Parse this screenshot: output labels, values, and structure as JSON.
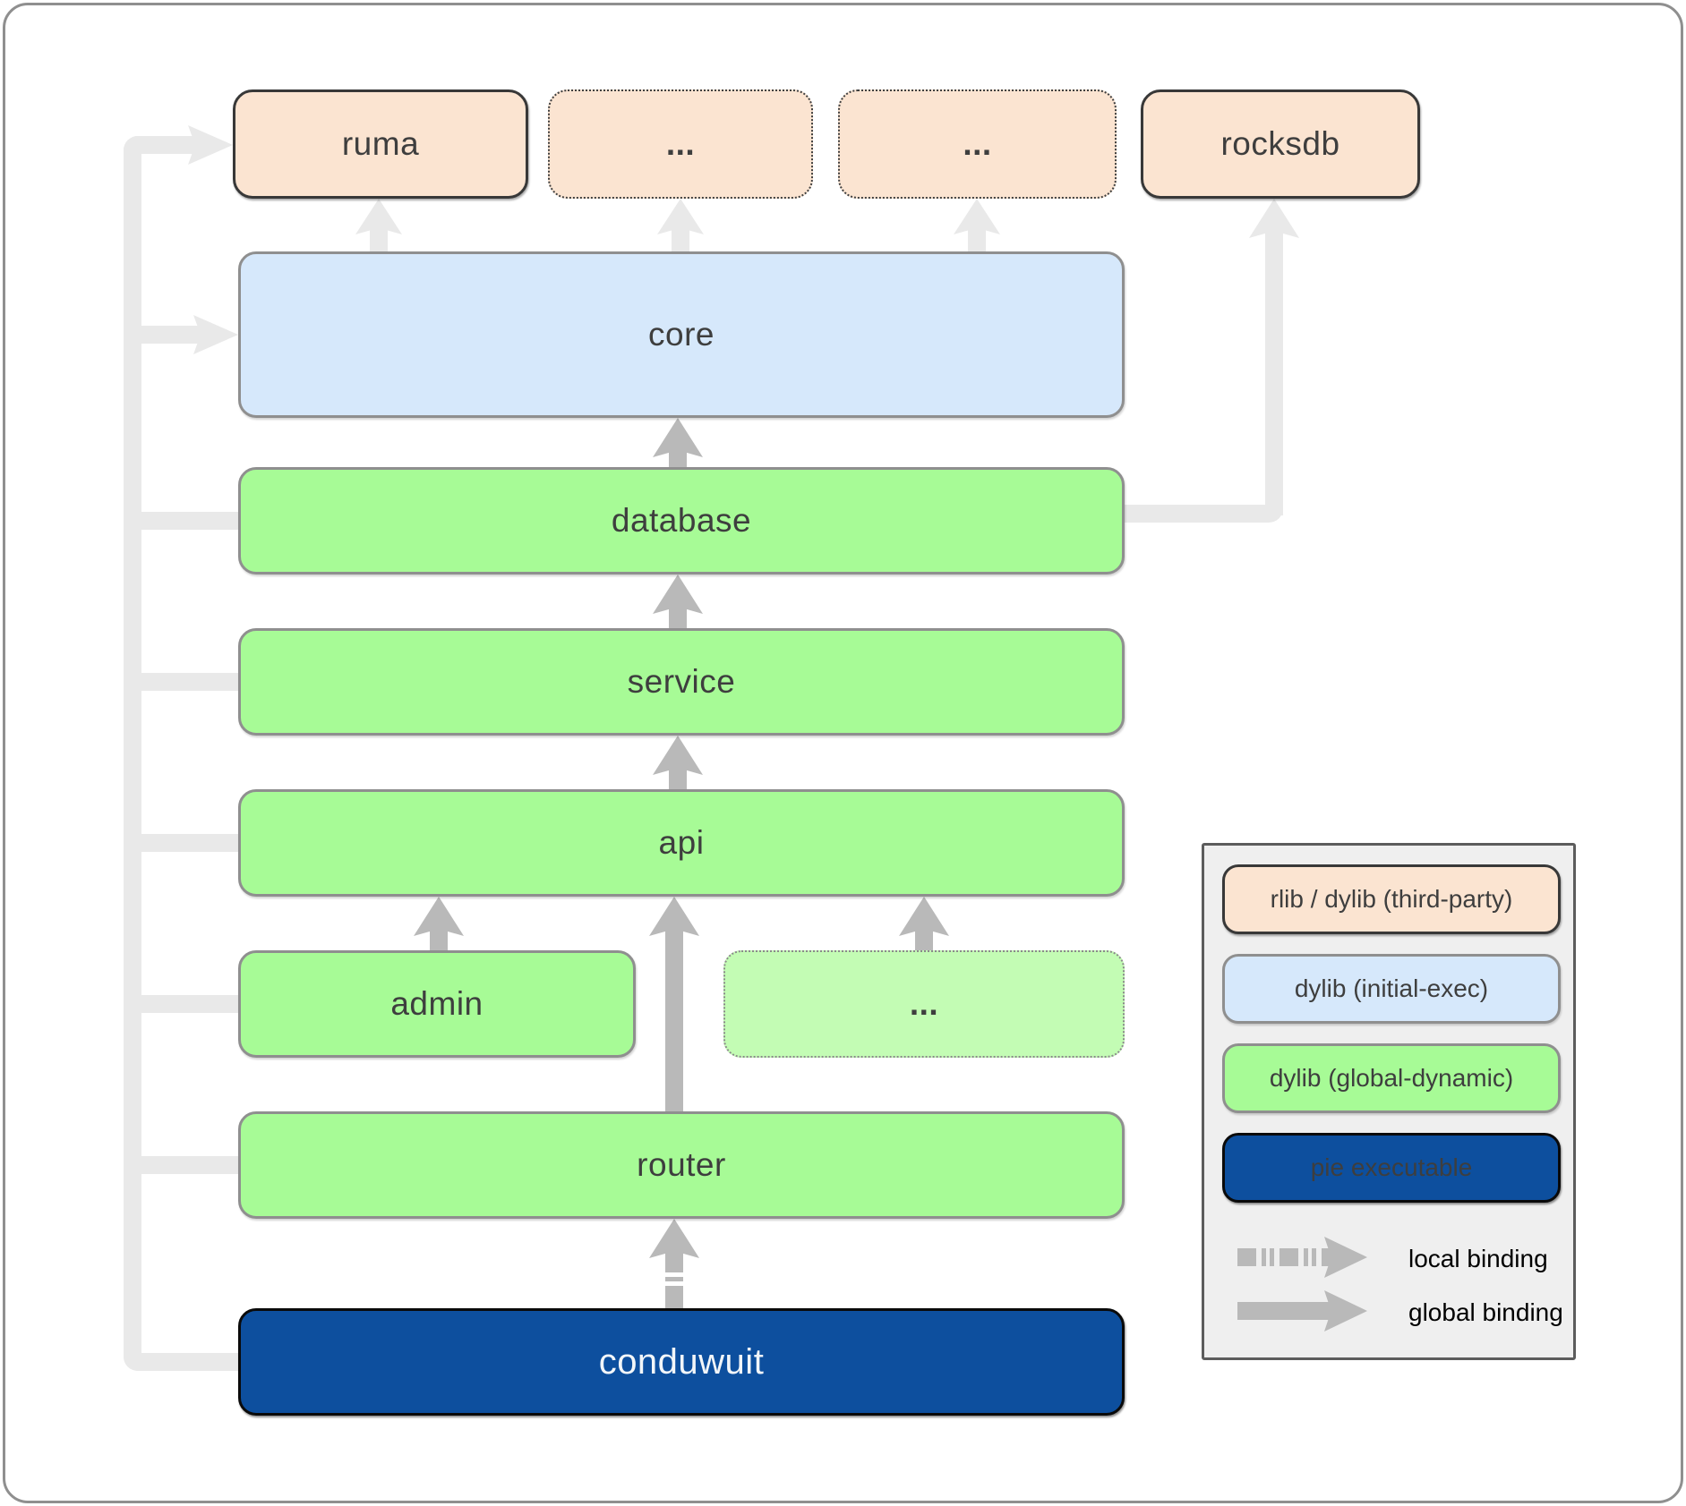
{
  "diagram": {
    "nodes": {
      "ruma": {
        "label": "ruma"
      },
      "more_top_1": {
        "label": "..."
      },
      "more_top_2": {
        "label": "..."
      },
      "rocksdb": {
        "label": "rocksdb"
      },
      "core": {
        "label": "core"
      },
      "database": {
        "label": "database"
      },
      "service": {
        "label": "service"
      },
      "api": {
        "label": "api"
      },
      "admin": {
        "label": "admin"
      },
      "more_api": {
        "label": "..."
      },
      "router": {
        "label": "router"
      },
      "conduwuit": {
        "label": "conduwuit"
      }
    },
    "colors": {
      "third_party_fill": "#fbe4d1",
      "initial_exec_fill": "#d6e8fb",
      "global_dynamic_fill": "#a7fb96",
      "global_dynamic_faded_fill": "#c3fcb4",
      "pie_executable_fill": "#0d4f9e",
      "binding_arrow_gray": "#b9b9b9",
      "faded_arrow_gray": "#e9e9e9"
    },
    "legend": {
      "items": [
        {
          "label": "rlib / dylib (third-party)"
        },
        {
          "label": "dylib (initial-exec)"
        },
        {
          "label": "dylib (global-dynamic)"
        },
        {
          "label": "pie executable"
        }
      ],
      "bindings": [
        {
          "label": "local binding"
        },
        {
          "label": "global binding"
        }
      ]
    }
  }
}
